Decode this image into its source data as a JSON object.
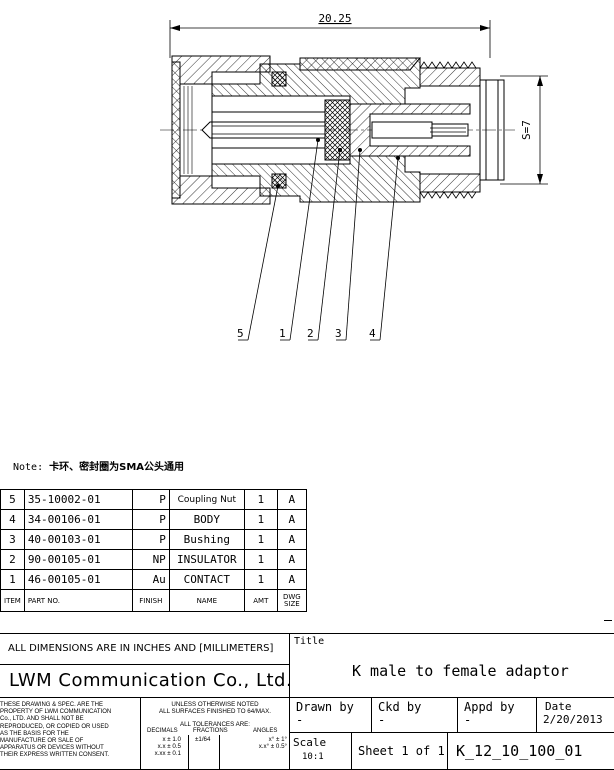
{
  "drawing": {
    "dimension_length": "20.25",
    "dimension_dia": "S=7",
    "callouts": [
      "5",
      "1",
      "2",
      "3",
      "4"
    ]
  },
  "note": {
    "prefix": "Note:",
    "text": "卡环、密封圈为SMA公头通用"
  },
  "bom": {
    "rows": [
      {
        "item": "5",
        "part": "35-10002-01",
        "finish": "P",
        "name": "Coupling Nut",
        "amt": "1",
        "size": "A"
      },
      {
        "item": "4",
        "part": "34-00106-01",
        "finish": "P",
        "name": "BODY",
        "amt": "1",
        "size": "A"
      },
      {
        "item": "3",
        "part": "40-00103-01",
        "finish": "P",
        "name": "Bushing",
        "amt": "1",
        "size": "A"
      },
      {
        "item": "2",
        "part": "90-00105-01",
        "finish": "NP",
        "name": "INSULATOR",
        "amt": "1",
        "size": "A"
      },
      {
        "item": "1",
        "part": "46-00105-01",
        "finish": "Au",
        "name": "CONTACT",
        "amt": "1",
        "size": "A"
      }
    ],
    "header": {
      "item": "ITEM",
      "part": "PART NO.",
      "finish": "FINISH",
      "name": "NAME",
      "amt": "AMT",
      "size_l1": "DWG",
      "size_l2": "SIZE"
    }
  },
  "title_block": {
    "dims_note": "ALL DIMENSIONS ARE IN INCHES AND [MILLIMETERS]",
    "company": "LWM Communication Co., Ltd.",
    "legal": [
      "THESE DRAWING & SPEC. ARE THE",
      "PROPERTY OF LWM COMMUNICATION",
      "Co., LTD. AND SHALL NOT BE",
      "REPRODUCED, OR COPIED OR USED",
      "AS THE BASIS FOR THE",
      "MANUFACTURE OR SALE OF",
      "APPARATUS OR DEVICES WITHOUT",
      "THEIR EXPRESS WRITTEN CONSENT."
    ],
    "tol_head": [
      "UNLESS OTHERWISE NOTED",
      "ALL SURFACES FINISHED TO 64/MAX."
    ],
    "tol_sub": "ALL TOLERANCES ARE:",
    "tol_cols": [
      "DECIMALS",
      "FRACTIONS",
      "ANGLES"
    ],
    "tol_dec": [
      "x ± 1.0",
      "x.x ± 0.5",
      "x.xx ± 0.1"
    ],
    "tol_frac": "±1/64",
    "tol_ang": [
      "x° ± 1°",
      "x.x° ± 0.5°"
    ],
    "title_label": "Title",
    "title": "K male to female adaptor",
    "drawn_label": "Drawn by",
    "drawn_val": "-",
    "ckd_label": "Ckd by",
    "ckd_val": "-",
    "appd_label": "Appd by",
    "appd_val": "-",
    "date_label": "Date",
    "date_val": "2/20/2013",
    "scale_label": "Scale",
    "scale_val": "10:1",
    "sheet": "Sheet 1 of 1",
    "dwg_no": "K_12_10_100_01"
  }
}
